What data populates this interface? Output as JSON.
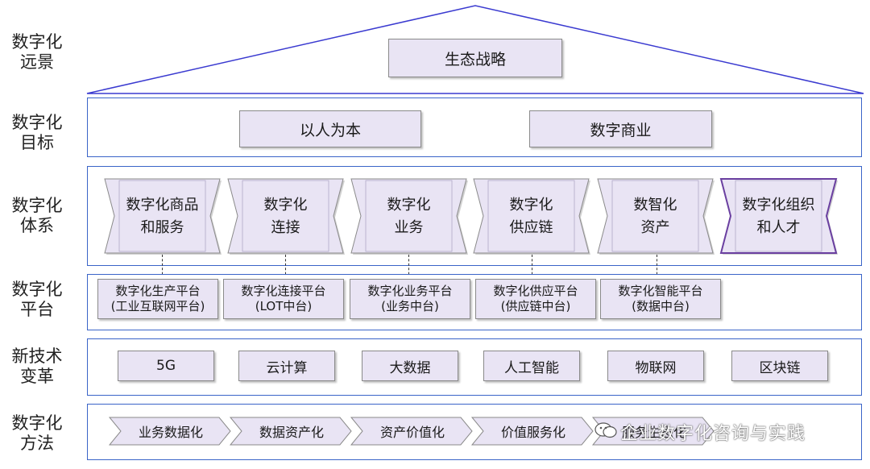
{
  "rows": {
    "vision": "数字化\n远景",
    "goal": "数字化\n目标",
    "system": "数字化\n体系",
    "platform": "数字化\n平台",
    "tech": "新技术\n变革",
    "method": "数字化\n方法"
  },
  "vision": {
    "strategy": "生态战略"
  },
  "goals": [
    "以人为本",
    "数字商业"
  ],
  "systems": [
    "数字化商品\n和服务",
    "数字化\n连接",
    "数字化\n业务",
    "数字化\n供应链",
    "数智化\n资产",
    "数字化组织\n和人才"
  ],
  "platforms": [
    "数字化生产平台\n(工业互联网平台)",
    "数字化连接平台\n(LOT中台)",
    "数字化业务平台\n(业务中台)",
    "数字化供应平台\n(供应链中台)",
    "数字化智能平台\n(数据中台)"
  ],
  "technologies": [
    "5G",
    "云计算",
    "大数据",
    "人工智能",
    "物联网",
    "区块链"
  ],
  "methods": [
    "业务数据化",
    "数据资产化",
    "资产价值化",
    "价值服务化",
    "服务生态化"
  ],
  "watermark": "企业数字化咨询与实践",
  "colors": {
    "frame_border": "#3a64c8",
    "box_fill": "#e9e4f4",
    "highlight_border": "#6a3fa0"
  }
}
